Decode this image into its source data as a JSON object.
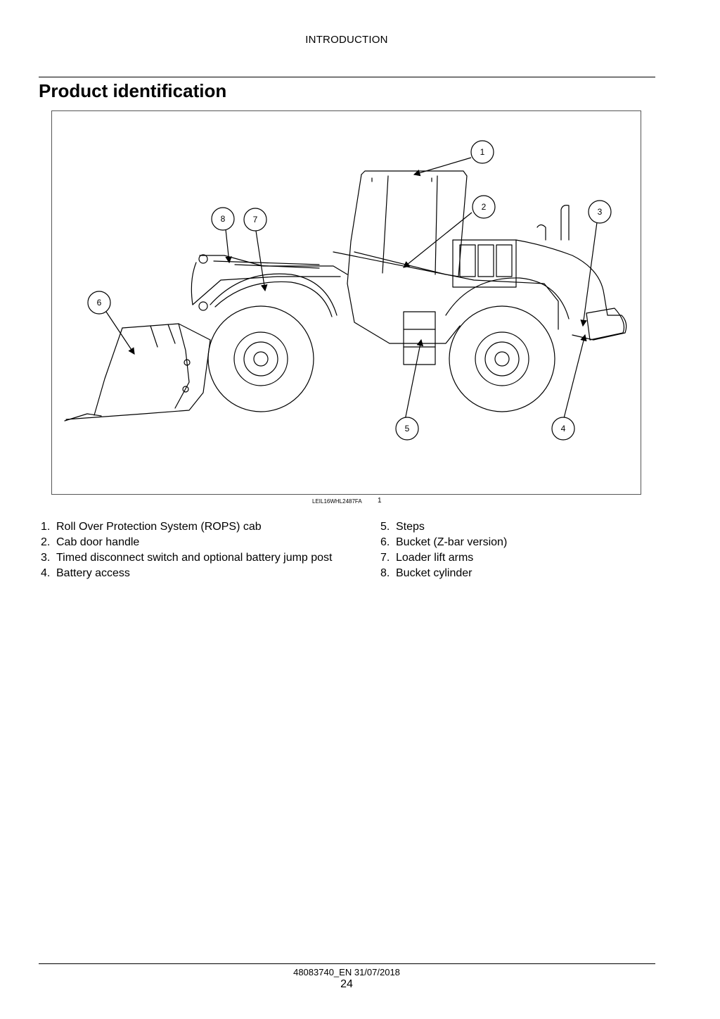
{
  "header": {
    "section": "INTRODUCTION"
  },
  "page_title": "Product identification",
  "figure": {
    "code": "LEIL16WHL2487FA",
    "number": "1",
    "callouts": [
      "1",
      "2",
      "3",
      "4",
      "5",
      "6",
      "7",
      "8"
    ]
  },
  "legend": {
    "left": [
      {
        "num": "1.",
        "text": "Roll Over Protection System (ROPS) cab"
      },
      {
        "num": "2.",
        "text": "Cab door handle"
      },
      {
        "num": "3.",
        "text": "Timed disconnect switch and optional battery jump post"
      },
      {
        "num": "4.",
        "text": "Battery access"
      }
    ],
    "right": [
      {
        "num": "5.",
        "text": "Steps"
      },
      {
        "num": "6.",
        "text": "Bucket (Z-bar version)"
      },
      {
        "num": "7.",
        "text": "Loader lift arms"
      },
      {
        "num": "8.",
        "text": "Bucket cylinder"
      }
    ]
  },
  "footer": {
    "doc_code": "48083740_EN 31/07/2018",
    "page_number": "24"
  }
}
